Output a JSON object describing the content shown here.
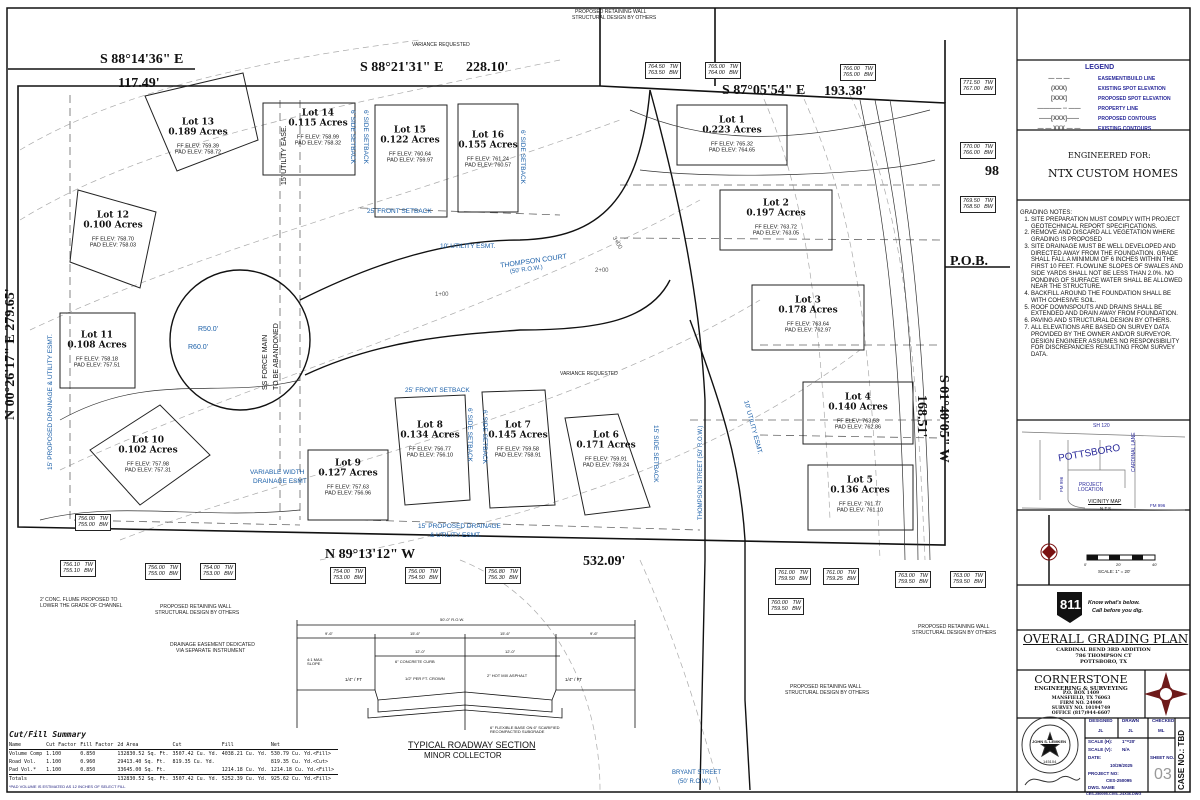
{
  "bearings": {
    "north_west_line": "S 88°14'36\" E",
    "north_west_dist": "117.49'",
    "north_mid_line": "S 88°21'31\" E",
    "north_mid_dist": "228.10'",
    "north_east_line": "S 87°05'54\" E",
    "north_east_dist": "193.38'",
    "west_line": "N 00°26'17\" E 279.65'",
    "east_line": "S 01°40'05\" W",
    "east_dist": "168.51'",
    "south_line": "N 89°13'12\" W",
    "south_dist": "532.09'",
    "pob": "P.O.B.",
    "east_partial": "98"
  },
  "lots": [
    {
      "name": "Lot 13",
      "acres": "0.189 Acres",
      "ff": "FF ELEV: 759.39",
      "pad": "PAD ELEV: 758.72"
    },
    {
      "name": "Lot 14",
      "acres": "0.115 Acres",
      "ff": "FF ELEV: 758.99",
      "pad": "PAD ELEV: 758.32"
    },
    {
      "name": "Lot 15",
      "acres": "0.122 Acres",
      "ff": "FF ELEV: 760.64",
      "pad": "PAD ELEV: 759.97"
    },
    {
      "name": "Lot 16",
      "acres": "0.155 Acres",
      "ff": "FF ELEV: 761.24",
      "pad": "PAD ELEV: 760.57"
    },
    {
      "name": "Lot 12",
      "acres": "0.100 Acres",
      "ff": "FF ELEV: 758.70",
      "pad": "PAD ELEV: 758.03"
    },
    {
      "name": "Lot 11",
      "acres": "0.108 Acres",
      "ff": "FF ELEV: 758.18",
      "pad": "PAD ELEV: 757.51"
    },
    {
      "name": "Lot 10",
      "acres": "0.102 Acres",
      "ff": "FF ELEV: 757.98",
      "pad": "PAD ELEV: 757.31"
    },
    {
      "name": "Lot 9",
      "acres": "0.127 Acres",
      "ff": "FF ELEV: 757.63",
      "pad": "PAD ELEV: 756.96"
    },
    {
      "name": "Lot 8",
      "acres": "0.134 Acres",
      "ff": "FF ELEV: 756.77",
      "pad": "PAD ELEV: 756.10"
    },
    {
      "name": "Lot 7",
      "acres": "0.145 Acres",
      "ff": "FF ELEV: 759.58",
      "pad": "PAD ELEV: 758.91"
    },
    {
      "name": "Lot 6",
      "acres": "0.171 Acres",
      "ff": "FF ELEV: 759.91",
      "pad": "PAD ELEV: 759.24"
    },
    {
      "name": "Lot 1",
      "acres": "0.223 Acres",
      "ff": "FF ELEV: 765.32",
      "pad": "PAD ELEV: 764.65"
    },
    {
      "name": "Lot 2",
      "acres": "0.197 Acres",
      "ff": "FF ELEV: 763.72",
      "pad": "PAD ELEV: 763.05"
    },
    {
      "name": "Lot 3",
      "acres": "0.178 Acres",
      "ff": "FF ELEV: 763.64",
      "pad": "PAD ELEV: 762.97"
    },
    {
      "name": "Lot 4",
      "acres": "0.140 Acres",
      "ff": "FF ELEV: 763.53",
      "pad": "PAD ELEV: 762.86"
    },
    {
      "name": "Lot 5",
      "acres": "0.136 Acres",
      "ff": "FF ELEV: 761.77",
      "pad": "PAD ELEV: 761.10"
    }
  ],
  "walls": [
    {
      "tw": "764.50",
      "bw": "763.50"
    },
    {
      "tw": "765.00",
      "bw": "764.00"
    },
    {
      "tw": "766.00",
      "bw": "765.00"
    },
    {
      "tw": "771.50",
      "bw": "767.00"
    },
    {
      "tw": "770.00",
      "bw": "766.00"
    },
    {
      "tw": "769.50",
      "bw": "768.50"
    },
    {
      "tw": "756.00",
      "bw": "755.00"
    },
    {
      "tw": "756.10",
      "bw": "755.10"
    },
    {
      "tw": "756.00",
      "bw": "755.00"
    },
    {
      "tw": "754.00",
      "bw": "753.00"
    },
    {
      "tw": "754.00",
      "bw": "753.00"
    },
    {
      "tw": "756.00",
      "bw": "754.50"
    },
    {
      "tw": "756.80",
      "bw": "756.30"
    },
    {
      "tw": "761.00",
      "bw": "759.50"
    },
    {
      "tw": "761.00",
      "bw": "759.25"
    },
    {
      "tw": "760.00",
      "bw": "759.50"
    },
    {
      "tw": "763.00",
      "bw": "759.50"
    },
    {
      "tw": "763.00",
      "bw": "759.50"
    }
  ],
  "wall_tw_label": "TW",
  "wall_bw_label": "BW",
  "labels": {
    "thompson_court": "THOMPSON COURT",
    "thompson_court_row": "(50' R.O.W.)",
    "thompson_street": "THOMPSON STREET (50' R.O.W.)",
    "bryant_street": "BRYANT STREET",
    "bryant_row": "(50' R.O.W.)",
    "force_main": "SS FORCE MAIN",
    "force_main_2": "TO BE ABANDONED",
    "r50": "R50.0'",
    "r60": "R60.0'",
    "utility_ease_15": "15' UTILITY EASE.",
    "front_setback_north": "25' FRONT SETBACK",
    "front_setback_south": "25' FRONT SETBACK",
    "utility_esmt_10": "10' UTILITY ESMT.",
    "utility_esmt_10_east": "10' UTILITY ESMT.",
    "side_setback_a": "6' SIDE SETBACK",
    "side_setback_b": "6' SIDE SETBACK",
    "side_setback_c": "6' SIDE SETBACK",
    "side_setback_d": "6' SIDE SETBACK",
    "side_setback_e": "6' SIDE SETBACK",
    "side_setback_f": "15' SIDE SETBACK",
    "variance_top": "VARIANCE REQUESTED",
    "variance_mid": "VARIANCE REQUESTED",
    "drain_util_south": "15' PROPOSED DRAINAGE",
    "drain_util_south_2": "& UTILITY ESMT.",
    "drain_util_west": "15' PROPOSED DRAINAGE & UTILITY ESMT.",
    "variable_width": "VARIABLE WIDTH",
    "variable_width_2": "DRAINAGE ESMT",
    "retaining_top": "PROPOSED RETAINING WALL",
    "retaining_top_2": "STRUCTURAL DESIGN BY OTHERS",
    "retaining_sw": "PROPOSED RETAINING WALL",
    "retaining_sw_2": "STRUCTURAL DESIGN BY OTHERS",
    "retaining_s": "PROPOSED RETAINING WALL",
    "retaining_s_2": "STRUCTURAL DESIGN BY OTHERS",
    "retaining_se": "PROPOSED RETAINING WALL",
    "retaining_se_2": "STRUCTURAL DESIGN BY OTHERS",
    "drainage_easement": "DRAINAGE EASEMENT DEDICATED",
    "drainage_easement_2": "VIA SEPARATE INSTRUMENT",
    "flume": "2' CONC. FLUME PROPOSED TO",
    "flume_2": "LOWER THE GRADE OF CHANNEL",
    "sta_1": "1+00",
    "sta_2": "2+00",
    "sta_3": "3+00"
  },
  "section": {
    "title": "TYPICAL ROADWAY SECTION",
    "subtitle": "MINOR COLLECTOR",
    "row": "50'-0\" R.O.W.",
    "dims": [
      "9'-6\"",
      "15'-6\"",
      "15'-6\"",
      "9'-6\""
    ],
    "lanes": [
      "12'-0\"",
      "12'-0\""
    ],
    "curb": "6\" CONCRETE CURB",
    "crown": "1/2\" PER FT. CROWN",
    "asphalt": "2\" HOT MIX ASPHALT",
    "base": "6\" FLEXIBLE BASE ON 6\" SCARIFIED RECOMPACTED SUBGRADE",
    "slope_l": "1/4\" / FT",
    "slope_r": "1/4\" / FT",
    "max_slope": "4:1 MAX. SLOPE"
  },
  "cut_fill": {
    "title": "Cut/Fill Summary",
    "headers": [
      "Name",
      "Cut Factor",
      "Fill Factor",
      "2d Area",
      "Cut",
      "Fill",
      "Net"
    ],
    "rows": [
      [
        "Volume Comp",
        "1.100",
        "0.850",
        "132830.52 Sq. Ft.",
        "3507.42 Cu. Yd.",
        "4038.21 Cu. Yd.",
        "530.79 Cu. Yd.<Fill>"
      ],
      [
        "Road Vol.",
        "1.100",
        "0.960",
        "29413.40 Sq. Ft.",
        "819.35 Cu. Yd.",
        "",
        "819.35 Cu. Yd.<Cut>"
      ],
      [
        "Pad Vol.*",
        "1.100",
        "0.850",
        "33645.00 Sq. Ft.",
        "",
        "1214.18 Cu. Yd.",
        "1214.18 Cu. Yd.<Fill>"
      ]
    ],
    "totals": [
      "Totals",
      "",
      "",
      "132830.52 Sq. Ft.",
      "3507.42 Cu. Yd.",
      "5252.39 Cu. Yd.",
      "925.62 Cu. Yd.<Fill>"
    ],
    "footnote": "*PAD VOLUME IS ESTIMATED AS 12 INCHES OF SELECT FILL"
  },
  "legend": {
    "title": "LEGEND",
    "items": [
      {
        "symbol": "— — —",
        "label": "EASEMENT/BUILD LINE"
      },
      {
        "symbol": "(XXX)",
        "label": "EXISTING SPOT ELEVATION"
      },
      {
        "symbol": "[XXX]",
        "label": "PROPOSED SPOT ELEVATION"
      },
      {
        "symbol": "———— -- ——",
        "label": "PROPERTY LINE"
      },
      {
        "symbol": "——[XXX]——",
        "label": "PROPOSED CONTOURS"
      },
      {
        "symbol": "— — XXX — —",
        "label": "EXISTING CONTOURS"
      }
    ]
  },
  "client": {
    "engineered_for": "ENGINEERED FOR:",
    "name": "NTX CUSTOM HOMES"
  },
  "grading_notes": {
    "title": "GRADING NOTES:",
    "items": [
      "SITE PREPARATION MUST COMPLY WITH PROJECT GEOTECHNICAL REPORT SPECIFICATIONS.",
      "REMOVE AND DISCARD ALL VEGETATION WHERE GRADING IS PROPOSED",
      "SITE DRAINAGE MUST BE WELL DEVELOPED AND DIRECTED AWAY FROM THE FOUNDATION. GRADE SHALL FALL A MINIMUM OF 6 INCHES WITHIN THE FIRST 10 FEET. FLOWLINE SLOPES OF SWALES AND SIDE YARDS SHALL NOT BE LESS THAN 2.0%. NO PONDING OF SURFACE WATER SHALL BE ALLOWED NEAR THE STRUCTURE.",
      "BACKFILL AROUND THE FOUNDATION SHALL BE WITH COHESIVE SOIL.",
      "ROOF DOWNSPOUTS AND DRAINS SHALL BE EXTENDED AND DRAIN AWAY FROM FOUNDATION.",
      "PAVING AND STRUCTURAL DESIGN BY OTHERS.",
      "ALL ELEVATIONS ARE BASED ON SURVEY DATA PROVIDED BY THE OWNER AND/OR SURVEYOR. DESIGN ENGINEER ASSUMES NO RESPONSIBILITY FOR DISCREPANCIES RESULTING FROM SURVEY DATA."
    ]
  },
  "vicinity": {
    "sh": "SH 120",
    "town": "POTTSBORO",
    "lane": "CARDINAL LANE",
    "fm_v": "FM 996",
    "fm_h": "FM 996",
    "project": "PROJECT",
    "project_2": "LOCATION",
    "title": "VICINITY MAP",
    "nts": "N.T.S."
  },
  "scale_bar": {
    "ticks": [
      "0'",
      "20'",
      "40'"
    ],
    "label": "SCALE: 1\" = 20'"
  },
  "call811": {
    "logo": "811",
    "line1": "Know what's below.",
    "line2": "Call before you dig."
  },
  "sheet": {
    "title": "OVERALL GRADING PLAN",
    "sub1": "CARDINAL BEND 3RD ADDITION",
    "sub2": "786 THOMPSON CT",
    "sub3": "POTTSBORO, TX",
    "firm": "CORNERSTONE",
    "firm_sub": "ENGINEERING & SURVEYING",
    "firm_l1": "P.O. BOX 1409",
    "firm_l2": "MANSFIELD, TX 76063",
    "firm_l3": "FIRM NO. 24909",
    "firm_l4": "SURVEY NO. 10194749",
    "firm_l5": "OFFICE (817)944-6607",
    "seal_name": "JOHN S. LEMKEN",
    "seal_no": "145104",
    "designed_label": "DESIGNED",
    "designed": "JL",
    "drawn_label": "DRAWN",
    "drawn": "JL",
    "checked_label": "CHECKED",
    "checked": "ML",
    "scale_h_label": "SCALE (H):",
    "scale_h": "1\"=20'",
    "scale_v_label": "SCALE (V):",
    "scale_v": "N/A",
    "date_label": "DATE:",
    "date": "10/29/2025",
    "project_label": "PROJECT NO:",
    "project": "CES-250095",
    "dwg_label": "DWG. NAME",
    "dwg": "CES-250095-CIVIL-24X36.DWG",
    "sheet_label": "SHEET NO.",
    "sheet_no": "03",
    "case": "CASE NO.: TBD"
  }
}
